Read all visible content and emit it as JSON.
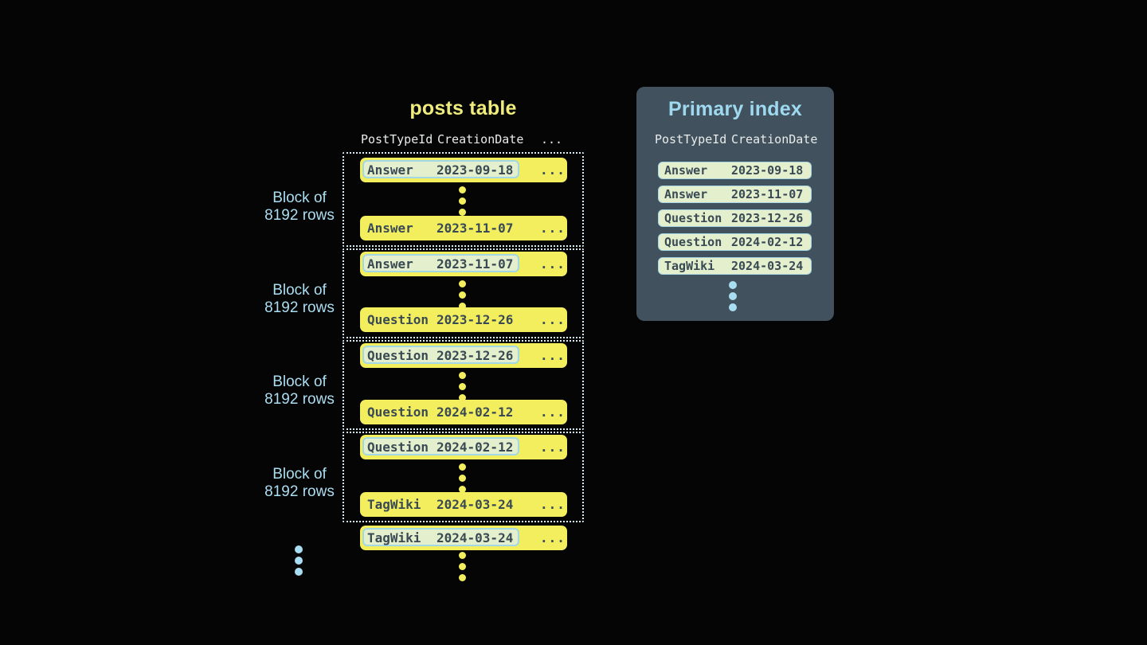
{
  "colors": {
    "background": "#050505",
    "row_yellow": "#f3ee5e",
    "title_yellow": "#efec7d",
    "dark_text": "#3a4a55",
    "highlight_bg": "#e3efcd",
    "highlight_border": "#a2d8e6",
    "panel_bg": "#41525e",
    "accent_blue": "#a9def2",
    "header_text": "#e9eceb",
    "dotted_border": "#d7ecf4"
  },
  "posts_table": {
    "title": "posts table",
    "columns": [
      "PostTypeId",
      "CreationDate",
      "..."
    ],
    "row_ellipsis": "...",
    "block_label_line1": "Block of",
    "block_label_line2": "8192 rows",
    "blocks": [
      {
        "first": {
          "type": "Answer",
          "date": "2023-09-18"
        },
        "last": {
          "type": "Answer",
          "date": "2023-11-07"
        }
      },
      {
        "first": {
          "type": "Answer",
          "date": "2023-11-07"
        },
        "last": {
          "type": "Question",
          "date": "2023-12-26"
        }
      },
      {
        "first": {
          "type": "Question",
          "date": "2023-12-26"
        },
        "last": {
          "type": "Question",
          "date": "2024-02-12"
        }
      },
      {
        "first": {
          "type": "Question",
          "date": "2024-02-12"
        },
        "last": {
          "type": "TagWiki",
          "date": "2024-03-24"
        }
      }
    ],
    "overflow_row": {
      "type": "TagWiki",
      "date": "2024-03-24"
    }
  },
  "primary_index": {
    "title": "Primary index",
    "columns": [
      "PostTypeId",
      "CreationDate"
    ],
    "rows": [
      {
        "type": "Answer",
        "date": "2023-09-18"
      },
      {
        "type": "Answer",
        "date": "2023-11-07"
      },
      {
        "type": "Question",
        "date": "2023-12-26"
      },
      {
        "type": "Question",
        "date": "2024-02-12"
      },
      {
        "type": "TagWiki",
        "date": "2024-03-24"
      }
    ]
  }
}
